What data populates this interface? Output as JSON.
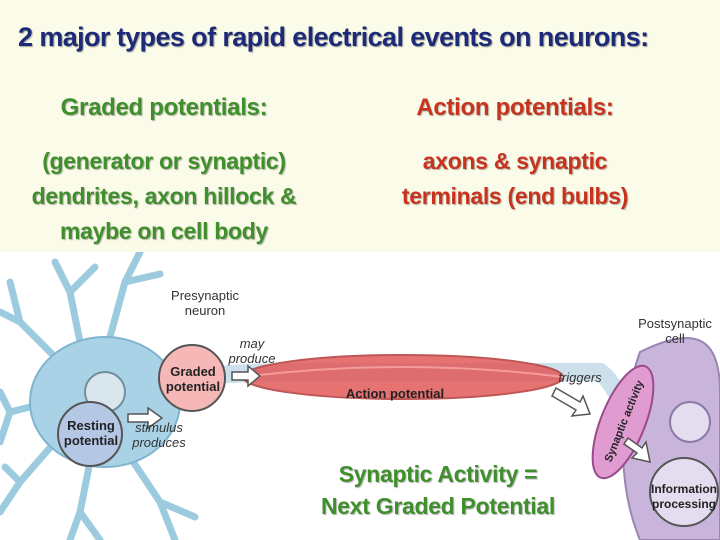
{
  "title": "2 major types of rapid electrical events on neurons:",
  "graded": {
    "heading": "Graded potentials:",
    "lines": [
      "(generator or synaptic)",
      "dendrites, axon hillock &",
      "maybe on cell body"
    ]
  },
  "action": {
    "heading": "Action potentials:",
    "lines": [
      "axons & synaptic",
      "terminals (end bulbs)"
    ]
  },
  "figure": {
    "presynaptic": [
      "Presynaptic",
      "neuron"
    ],
    "may_produce": [
      "may",
      "produce"
    ],
    "graded_potential": [
      "Graded",
      "potential"
    ],
    "resting_potential": [
      "Resting",
      "potential"
    ],
    "stimulus_produces": [
      "stimulus",
      "produces"
    ],
    "action_potential": "Action potential",
    "triggers": "triggers",
    "postsynaptic": [
      "Postsynaptic",
      "cell"
    ],
    "synaptic_activity": "Synaptic activity",
    "information_processing": [
      "Information",
      "processing"
    ]
  },
  "caption": [
    "Synaptic Activity =",
    "Next Graded Potential"
  ],
  "colors": {
    "title": "#1d2a78",
    "graded_green": "#3f8f2c",
    "action_red": "#c8331f",
    "neuron_blue": "#a9d2e6",
    "axon_red": "#e25a5a",
    "postsynaptic_purple": "#c9b5dc"
  }
}
